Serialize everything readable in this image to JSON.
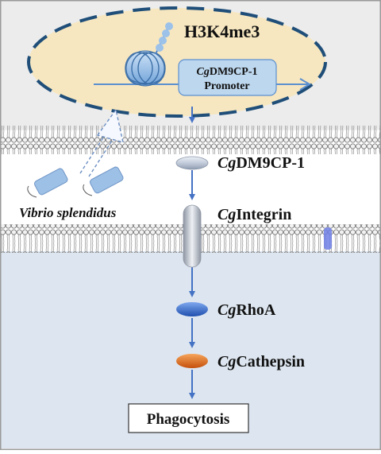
{
  "nucleus": {
    "mark_label": "H3K4me3",
    "promoter": {
      "gene_prefix": "Cg",
      "gene_name": "DM9CP-1",
      "line2": "Promoter"
    }
  },
  "bacteria_label": "Vibrio splendidus",
  "pathway": [
    {
      "prefix": "Cg",
      "name": "DM9CP-1"
    },
    {
      "prefix": "Cg",
      "name": "Integrin"
    },
    {
      "prefix": "Cg",
      "name": "RhoA"
    },
    {
      "prefix": "Cg",
      "name": "Cathepsin"
    }
  ],
  "outcome_label": "Phagocytosis",
  "colors": {
    "nucleus_fill": "#f7e7c0",
    "nucleus_border": "#1f4e79",
    "arrow": "#4472c4",
    "cytoplasm": "#dde6f0",
    "nucleus_region": "#ececec",
    "rhoa": "#2f62c8",
    "cathepsin": "#e06a16",
    "receptor": "#c9ced6"
  }
}
